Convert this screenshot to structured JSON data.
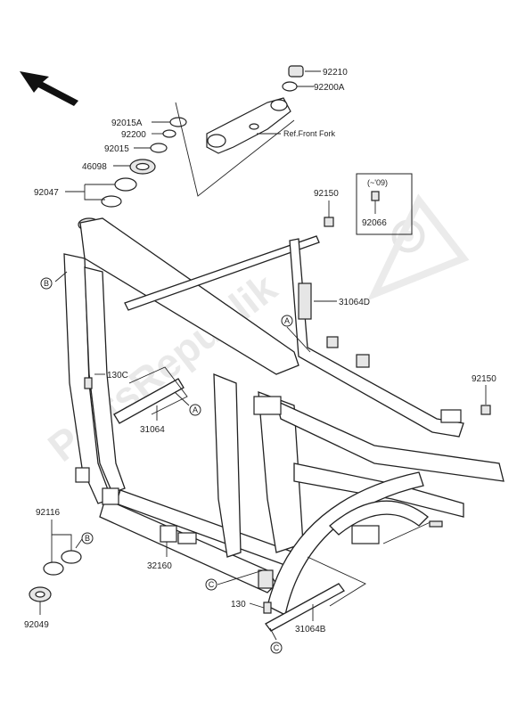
{
  "watermark": "PartsRepublik",
  "callouts": {
    "p92210": "92210",
    "p92200A": "92200A",
    "ref_front_fork": "Ref.Front Fork",
    "p92015A": "92015A",
    "p92200": "92200",
    "p92015": "92015",
    "p46098": "46098",
    "p92047": "92047",
    "p92150_top": "92150",
    "inset_year": "(~'09)",
    "p92066": "92066",
    "p31064D": "31064D",
    "p130C": "130C",
    "p31064": "31064",
    "p92150_right": "92150",
    "p92116": "92116",
    "p92049": "92049",
    "p32160": "32160",
    "p130": "130",
    "p31064B": "31064B"
  },
  "markers": {
    "A1": "A",
    "A2": "A",
    "B1": "B",
    "B2": "B",
    "C1": "C",
    "C2": "C"
  },
  "icons": {
    "direction": "front-direction-arrow-icon",
    "gear": "gear-watermark-icon"
  }
}
